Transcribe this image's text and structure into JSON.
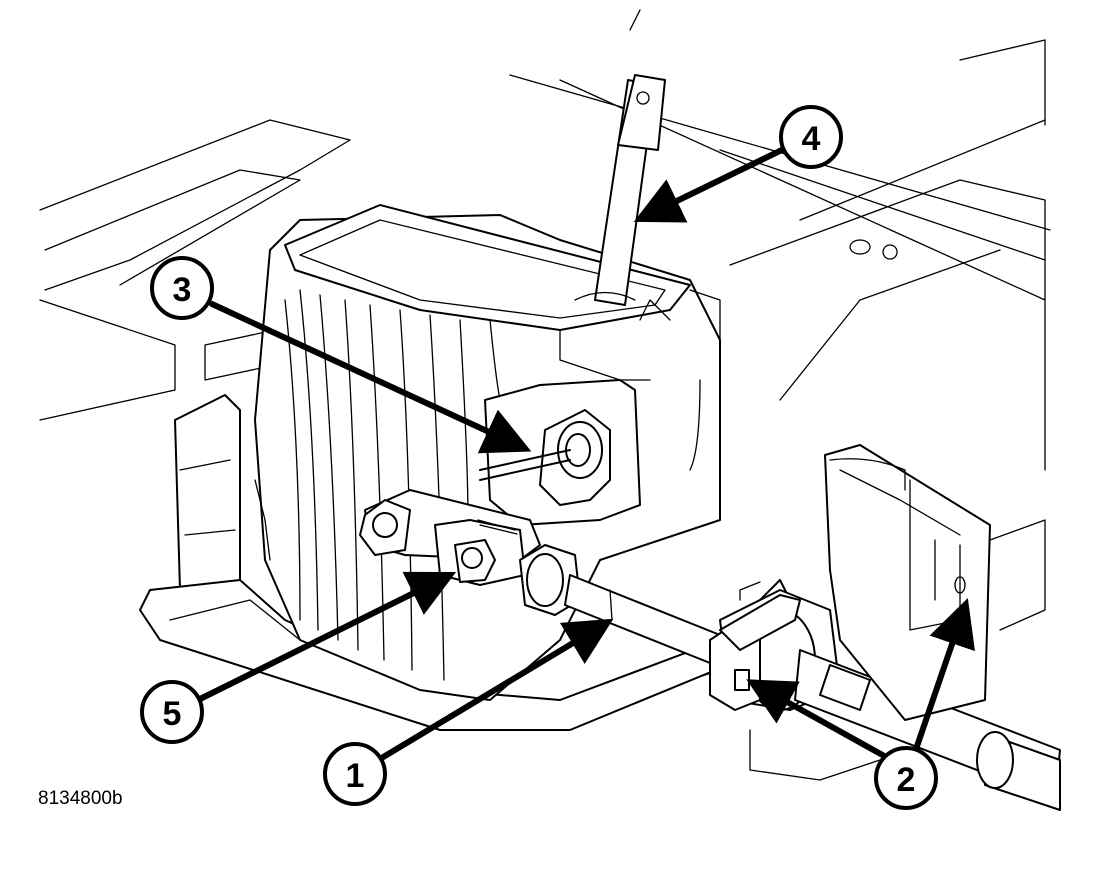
{
  "figure_id": "8134800b",
  "callouts": [
    {
      "label": "1"
    },
    {
      "label": "2"
    },
    {
      "label": "3"
    },
    {
      "label": "4"
    },
    {
      "label": "5"
    }
  ]
}
